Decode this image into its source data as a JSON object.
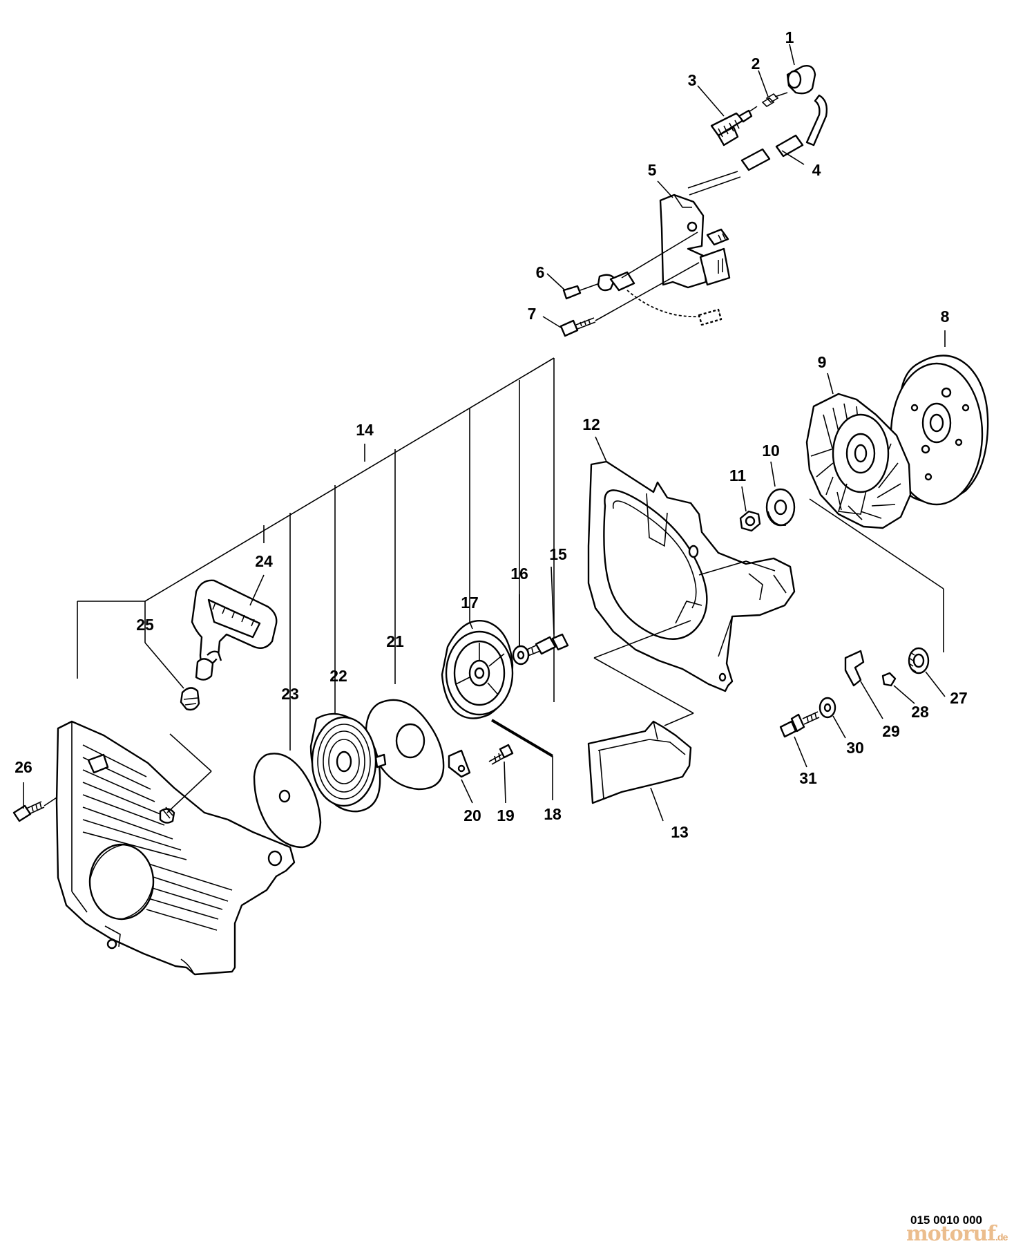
{
  "callouts": [
    {
      "id": "c1",
      "text": "1"
    },
    {
      "id": "c2",
      "text": "2"
    },
    {
      "id": "c3",
      "text": "3"
    },
    {
      "id": "c4",
      "text": "4"
    },
    {
      "id": "c5",
      "text": "5"
    },
    {
      "id": "c6",
      "text": "6"
    },
    {
      "id": "c7",
      "text": "7"
    },
    {
      "id": "c8",
      "text": "8"
    },
    {
      "id": "c9",
      "text": "9"
    },
    {
      "id": "c10",
      "text": "10"
    },
    {
      "id": "c11",
      "text": "11"
    },
    {
      "id": "c12",
      "text": "12"
    },
    {
      "id": "c13",
      "text": "13"
    },
    {
      "id": "c14",
      "text": "14"
    },
    {
      "id": "c15",
      "text": "15"
    },
    {
      "id": "c16",
      "text": "16"
    },
    {
      "id": "c17",
      "text": "17"
    },
    {
      "id": "c18",
      "text": "18"
    },
    {
      "id": "c19",
      "text": "19"
    },
    {
      "id": "c20",
      "text": "20"
    },
    {
      "id": "c21",
      "text": "21"
    },
    {
      "id": "c22",
      "text": "22"
    },
    {
      "id": "c23",
      "text": "23"
    },
    {
      "id": "c24",
      "text": "24"
    },
    {
      "id": "c25",
      "text": "25"
    },
    {
      "id": "c26",
      "text": "26"
    },
    {
      "id": "c27",
      "text": "27"
    },
    {
      "id": "c28",
      "text": "28"
    },
    {
      "id": "c29",
      "text": "29"
    },
    {
      "id": "c30",
      "text": "30"
    },
    {
      "id": "c31",
      "text": "31"
    }
  ],
  "drawing_number": "015 0010 000",
  "watermark": {
    "brand": "motoruf",
    "suffix": ".de"
  }
}
